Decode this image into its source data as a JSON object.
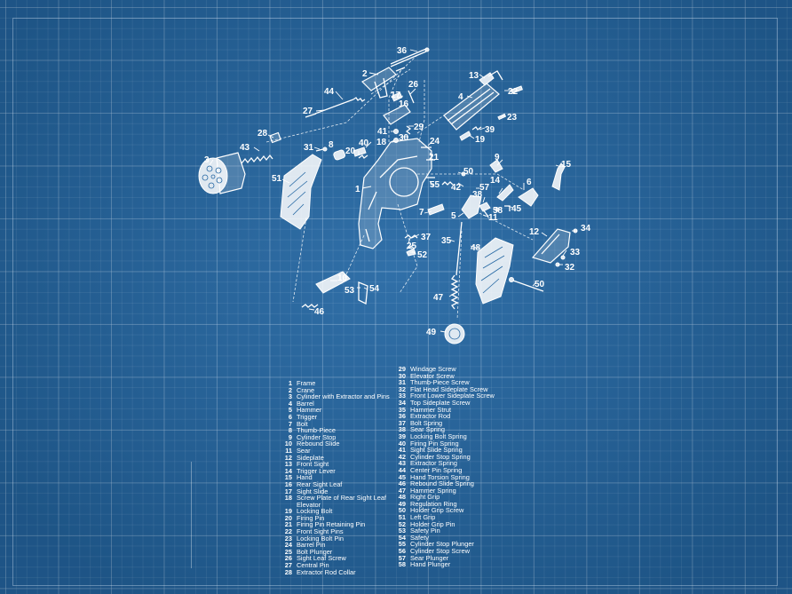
{
  "callouts": {
    "p1": "1",
    "p2": "2",
    "p3": "3",
    "p4": "4",
    "p5": "5",
    "p6": "6",
    "p7": "7",
    "p8": "8",
    "p9": "9",
    "p10": "10",
    "p11": "11",
    "p12": "12",
    "p13": "13",
    "p14": "14",
    "p15": "15",
    "p16": "16",
    "p17": "17",
    "p18": "18",
    "p19": "19",
    "p20": "20",
    "p21": "21",
    "p22": "22",
    "p23": "23",
    "p24": "24",
    "p25": "25",
    "p26": "26",
    "p27": "27",
    "p28": "28",
    "p29": "29",
    "p30": "30",
    "p31": "31",
    "p32": "32",
    "p33": "33",
    "p34": "34",
    "p35": "35",
    "p36": "36",
    "p37": "37",
    "p38": "38",
    "p39": "39",
    "p40": "40",
    "p41": "41",
    "p42": "42",
    "p43": "43",
    "p44": "44",
    "p45": "45",
    "p46": "46",
    "p47": "47",
    "p48": "48",
    "p49": "49",
    "p50": "50",
    "p50b": "50",
    "p51": "51",
    "p52": "52",
    "p53": "53",
    "p54": "54",
    "p55": "55",
    "p57": "57",
    "p58": "58"
  },
  "legend": {
    "items": [
      {
        "num": "1",
        "label": "Frame"
      },
      {
        "num": "2",
        "label": "Crane"
      },
      {
        "num": "3",
        "label": "Cylinder with Extractor and Pins"
      },
      {
        "num": "4",
        "label": "Barrel"
      },
      {
        "num": "5",
        "label": "Hammer"
      },
      {
        "num": "6",
        "label": "Trigger"
      },
      {
        "num": "7",
        "label": "Bolt"
      },
      {
        "num": "8",
        "label": "Thumb-Piece"
      },
      {
        "num": "9",
        "label": "Cylinder Stop"
      },
      {
        "num": "10",
        "label": "Rebound Slide"
      },
      {
        "num": "11",
        "label": "Sear"
      },
      {
        "num": "12",
        "label": "Sideplate"
      },
      {
        "num": "13",
        "label": "Front Sight"
      },
      {
        "num": "14",
        "label": "Trigger Lever"
      },
      {
        "num": "15",
        "label": "Hand"
      },
      {
        "num": "16",
        "label": "Rear Sight Leaf"
      },
      {
        "num": "17",
        "label": "Sight Slide"
      },
      {
        "num": "18",
        "label": "Screw Plate of Rear Sight Leaf",
        "cont": "Elevator"
      },
      {
        "num": "19",
        "label": "Locking Bolt"
      },
      {
        "num": "20",
        "label": "Firing Pin"
      },
      {
        "num": "21",
        "label": "Firing Pin Retaining Pin"
      },
      {
        "num": "22",
        "label": "Front Sight Pins"
      },
      {
        "num": "23",
        "label": "Locking Bolt Pin"
      },
      {
        "num": "24",
        "label": "Barrel Pin"
      },
      {
        "num": "25",
        "label": "Bolt Plunger"
      },
      {
        "num": "26",
        "label": "Sight Leaf Screw"
      },
      {
        "num": "27",
        "label": "Central Pin"
      },
      {
        "num": "28",
        "label": "Extractor Rod Collar"
      },
      {
        "num": "29",
        "label": "Windage Screw"
      },
      {
        "num": "30",
        "label": "Elevator Screw"
      },
      {
        "num": "31",
        "label": "Thumb-Piece Screw"
      },
      {
        "num": "32",
        "label": "Flat Head Sideplate Screw"
      },
      {
        "num": "33",
        "label": "Front Lower Sideplate Screw"
      },
      {
        "num": "34",
        "label": "Top Sideplate Screw"
      },
      {
        "num": "35",
        "label": "Hammer Strut"
      },
      {
        "num": "36",
        "label": "Extractor Rod"
      },
      {
        "num": "37",
        "label": "Bolt Spring"
      },
      {
        "num": "38",
        "label": "Sear Spring"
      },
      {
        "num": "39",
        "label": "Locking Bolt Spring"
      },
      {
        "num": "40",
        "label": "Firing Pin Spring"
      },
      {
        "num": "41",
        "label": "Sight Slide Spring"
      },
      {
        "num": "42",
        "label": "Cylinder Stop Spring"
      },
      {
        "num": "43",
        "label": "Extractor Spring"
      },
      {
        "num": "44",
        "label": "Center Pin Spring"
      },
      {
        "num": "45",
        "label": "Hand Torsion Spring"
      },
      {
        "num": "46",
        "label": "Rebound Slide Spring"
      },
      {
        "num": "47",
        "label": "Hammer Spring"
      },
      {
        "num": "48",
        "label": "Right Grip"
      },
      {
        "num": "49",
        "label": "Regulation Ring"
      },
      {
        "num": "50",
        "label": "Holder Grip Screw"
      },
      {
        "num": "51",
        "label": "Left Grip"
      },
      {
        "num": "52",
        "label": "Holder Grip Pin"
      },
      {
        "num": "53",
        "label": "Safety Pin"
      },
      {
        "num": "54",
        "label": "Safety"
      },
      {
        "num": "55",
        "label": "Cylinder Stop Plunger"
      },
      {
        "num": "56",
        "label": "Cylinder Stop Screw"
      },
      {
        "num": "57",
        "label": "Sear Plunger"
      },
      {
        "num": "58",
        "label": "Hand Plunger"
      }
    ]
  },
  "colors": {
    "background": "#2467a3",
    "linework": "#ffffff",
    "grid": "#bed7f0"
  }
}
